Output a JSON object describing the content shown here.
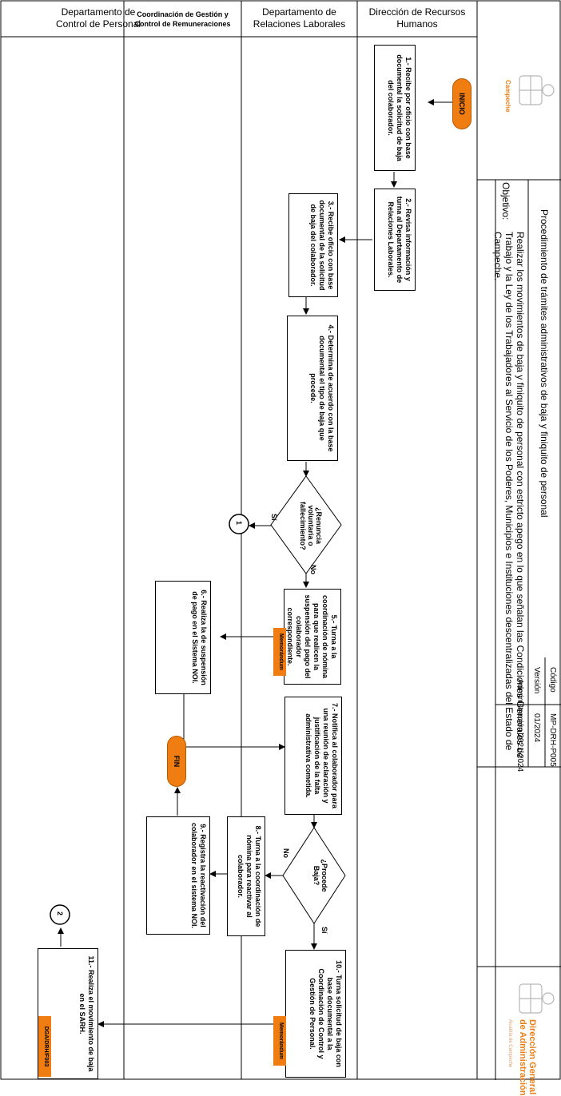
{
  "lanes": {
    "control_personal": "Departamento de\nControl de Personal",
    "coordinacion": "Coordinación de Gestión y\nControl de Remuneraciones",
    "relaciones": "Departamento de\nRelaciones  Laborales",
    "rrhh": "Dirección de Recursos\nHumanos"
  },
  "header": {
    "logo_text": "Campeche",
    "title": "Procedimiento de trámites administrativos de baja y finiquito de personal",
    "objective_label": "Objetivo:",
    "objective_text": "Realizar los movimientos de baja y finiquito de personal con estricto apego en lo que señalan las Condiciones Generales de Trabajo y la Ley de los Trabajadores al Servicio de los Poderes, Municipios e Instituciones descentralizadas del Estado de Campeche.",
    "code_label": "Código",
    "code_value": "MP-DRH-P005",
    "version_label": "Versión",
    "version_value": "01/2024",
    "administration": "Administración 2021-2024",
    "brand_line1": "Dirección General",
    "brand_line2": "de Administración",
    "brand_sub": "Alcaldía de Campeche"
  },
  "steps": {
    "inicio": "INICIO",
    "s1": "1.- Recibe por oficio con base documental la solicitud de baja del colaborador.",
    "s2": "2.- Revisa información y turna al Departamento de Relaciones Laborales.",
    "s3": "3.- Recibe oficio con base documental de la solicitud de baja del colaborador.",
    "s4": "4.- Determina de acuerdo con la base documental el tipo de baja que procede.",
    "d1": "¿Renuncia voluntaria o fallecimiento?",
    "d1_yes": "Sí",
    "d1_no": "No",
    "conn1": "1",
    "s5": "5.- Turna a la coordinación de nómina para que realicen la suspensión del pago del colaborador correspondiente.",
    "memo1": "Memorándum",
    "s6": "6.- Realiza la de suspensión de pago en el Sistema NOI.",
    "s7": "7.- Notifica al colaborador para una reunión de aclaración y justificación de la falta administrativa cometida.",
    "fin": "FIN",
    "d2": "¿Procede Baja?",
    "d2_no": "No",
    "d2_yes": "Sí",
    "s8": "8.- Turna a la coordinación de nómina para reactivar al colaborador.",
    "s9": "9.- Registra la reactivación del colaborador en el sistema NOI.",
    "s10": "10.- Turna solicitud de baja con base documental a la Coordinación de Control y Gestión de Personal.",
    "memo2": "Memorándum",
    "s11": "11.- Realiza el movimiento de baja en el SARH.",
    "form": "DGA/DRH/F003",
    "conn2": "2"
  }
}
